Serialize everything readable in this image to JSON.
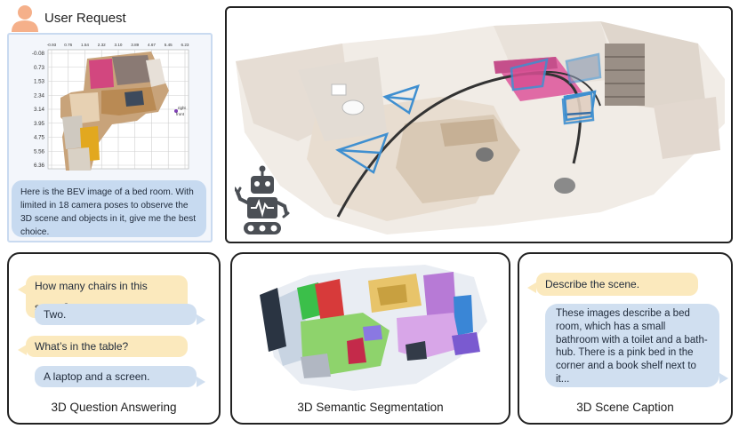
{
  "user_request": {
    "title": "User Request",
    "message": "Here is the BEV image of a bed room. With limited in 18 camera poses to observe the 3D scene and objects in it, give me the best choice."
  },
  "bev_plot": {
    "x_ticks": [
      "-0.93",
      "0.76",
      "1.54",
      "2.32",
      "3.10",
      "3.89",
      "4.67",
      "5.45",
      "6.23"
    ],
    "y_ticks": [
      "-0.08",
      "0.73",
      "1.53",
      "2.34",
      "3.14",
      "3.95",
      "4.75",
      "5.56",
      "6.36"
    ],
    "legend": [
      "right",
      "front"
    ]
  },
  "qa": {
    "items": [
      {
        "question": "How many chairs in this scene?",
        "answer": "Two."
      },
      {
        "question": "What’s in the table?",
        "answer": "A laptop and a screen."
      }
    ],
    "label": "3D Question Answering"
  },
  "segmentation": {
    "label": "3D Semantic Segmentation"
  },
  "caption": {
    "prompt": "Describe the scene.",
    "text": "These images describe a bed room, which has a small bathroom with a toilet and a bath-hub. There is a pink bed in the corner and a book shelf next to it...",
    "label": "3D Scene Caption"
  },
  "colors": {
    "question_bubble": "#fbe9bd",
    "answer_bubble": "#d0dff0",
    "request_bubble": "#c7daf0",
    "camera_frustum": "#3f8fd0"
  }
}
